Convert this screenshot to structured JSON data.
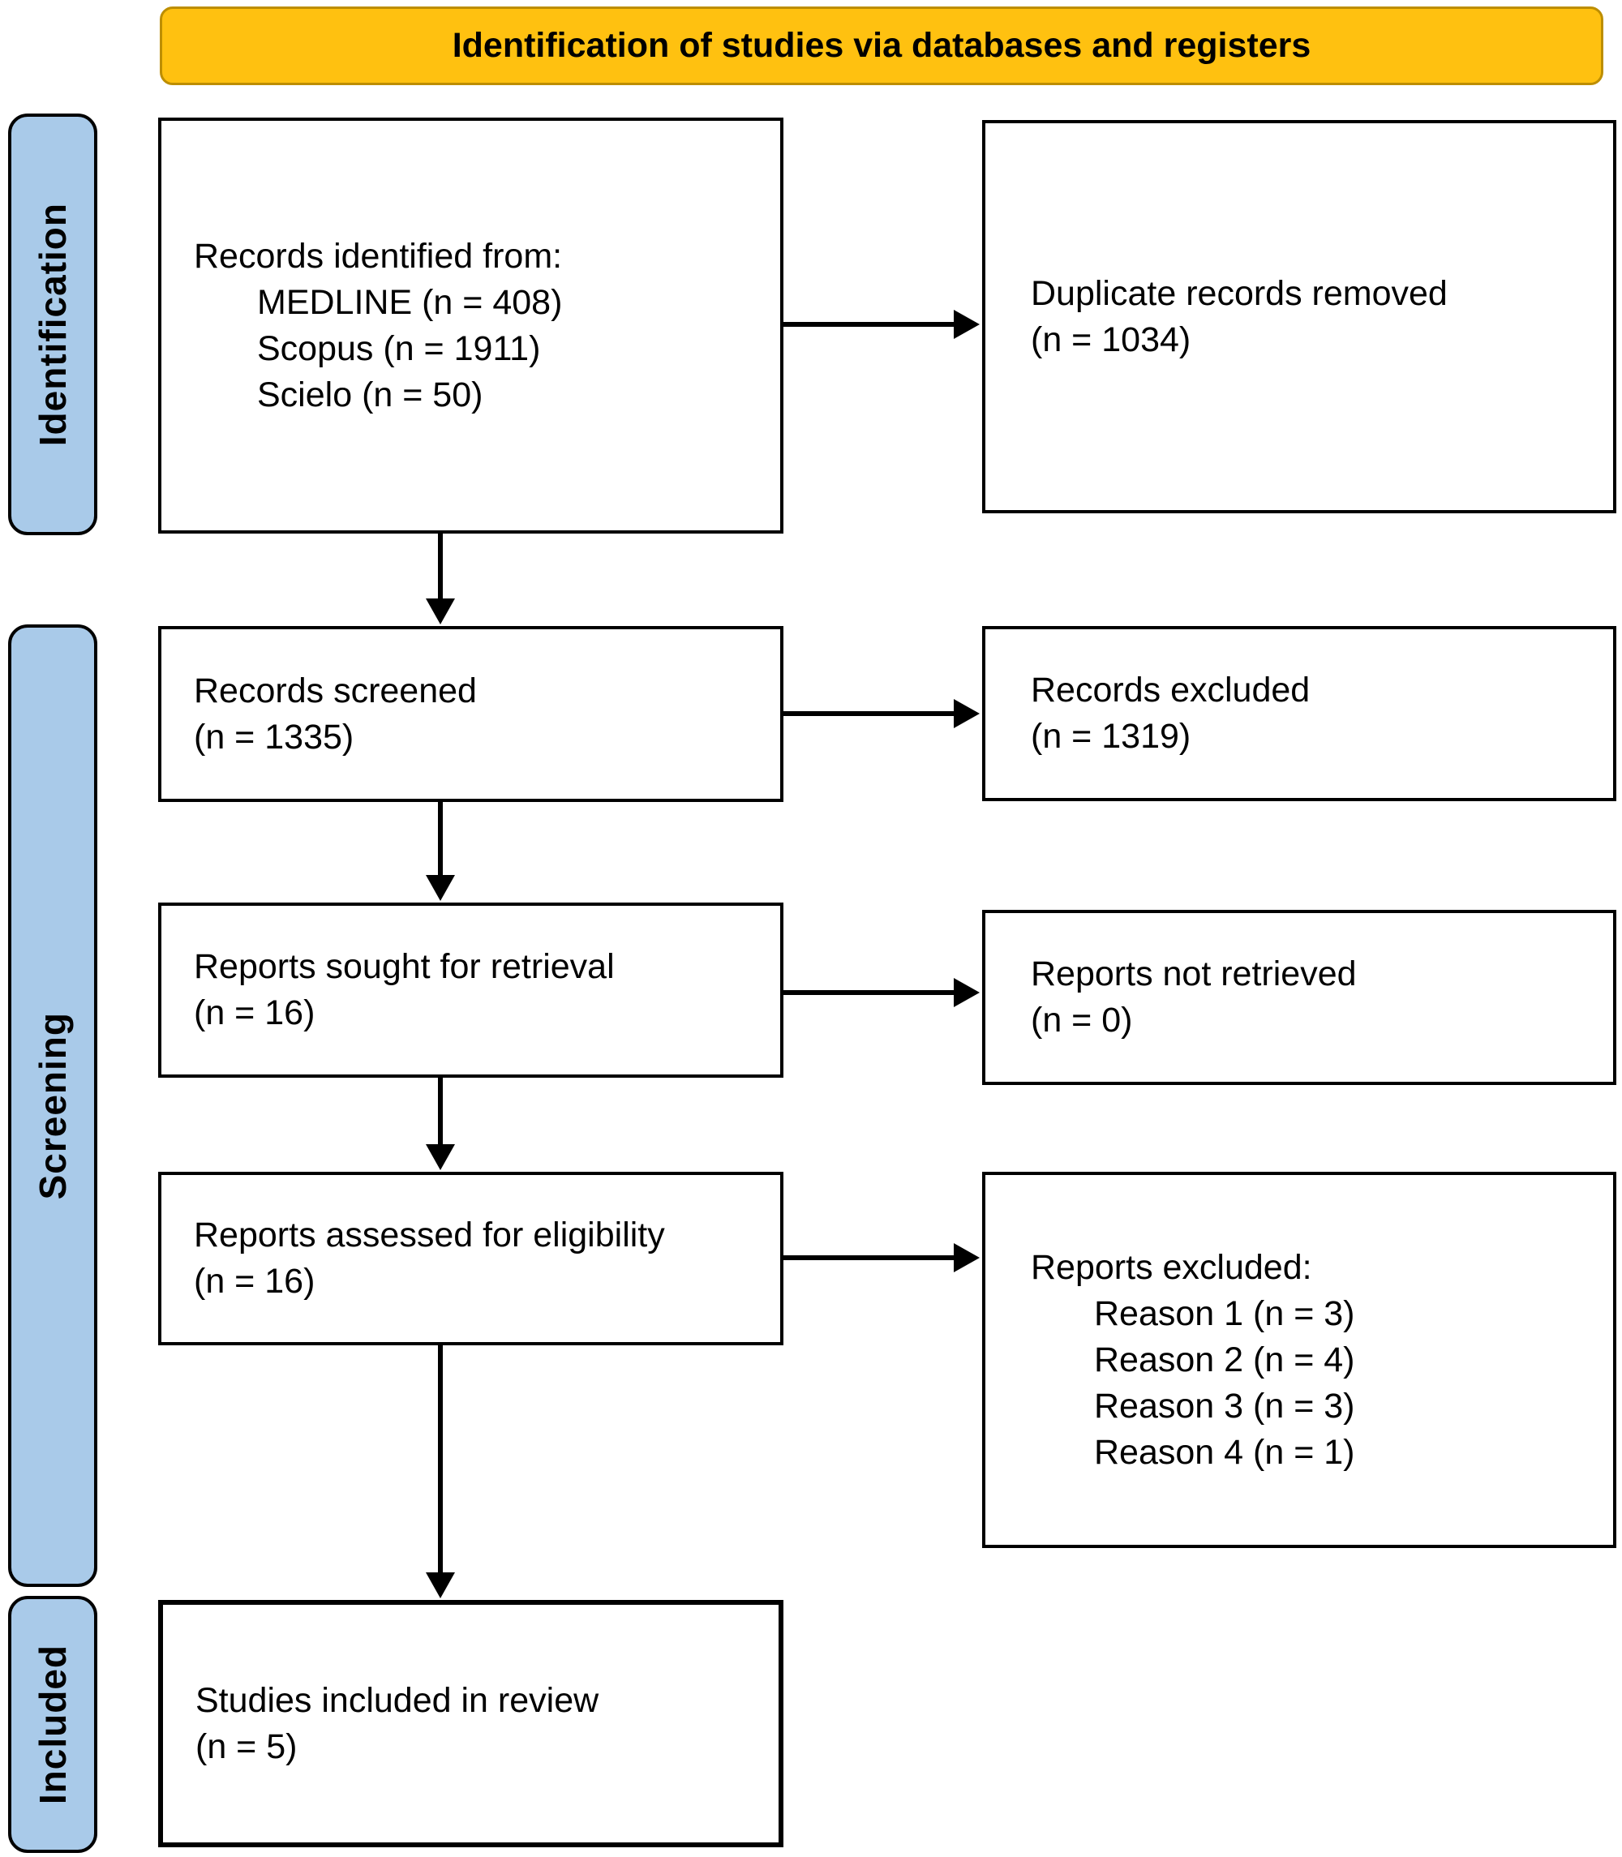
{
  "banner": {
    "title": "Identification of studies via databases and registers"
  },
  "stage_labels": {
    "identification": "Identification",
    "screening": "Screening",
    "included": "Included"
  },
  "boxes": {
    "records_identified": {
      "line1": "Records identified from:",
      "items": [
        "MEDLINE (n = 408)",
        "Scopus (n = 1911)",
        "Scielo (n = 50)"
      ]
    },
    "duplicates_removed": {
      "line1": "Duplicate records removed",
      "line2": "(n = 1034)"
    },
    "records_screened": {
      "line1": "Records screened",
      "line2": "(n = 1335)"
    },
    "records_excluded": {
      "line1": "Records excluded",
      "line2": "(n = 1319)"
    },
    "reports_sought": {
      "line1": "Reports sought for retrieval",
      "line2": "(n = 16)"
    },
    "reports_not_retrieved": {
      "line1": "Reports not retrieved",
      "line2": "(n = 0)"
    },
    "reports_assessed": {
      "line1": "Reports assessed for eligibility",
      "line2": "(n = 16)"
    },
    "reports_excluded": {
      "line1": "Reports excluded:",
      "items": [
        "Reason 1 (n = 3)",
        "Reason 2 (n = 4)",
        "Reason 3 (n = 3)",
        "Reason 4 (n = 1)"
      ]
    },
    "studies_included": {
      "line1": "Studies included in review",
      "line2": "(n = 5)"
    }
  },
  "colors": {
    "banner_fill": "#FFC110",
    "banner_border": "#BD8E00",
    "stage_fill": "#A9CAE9",
    "box_fill": "#FFFFFF",
    "line_color": "#000000"
  }
}
